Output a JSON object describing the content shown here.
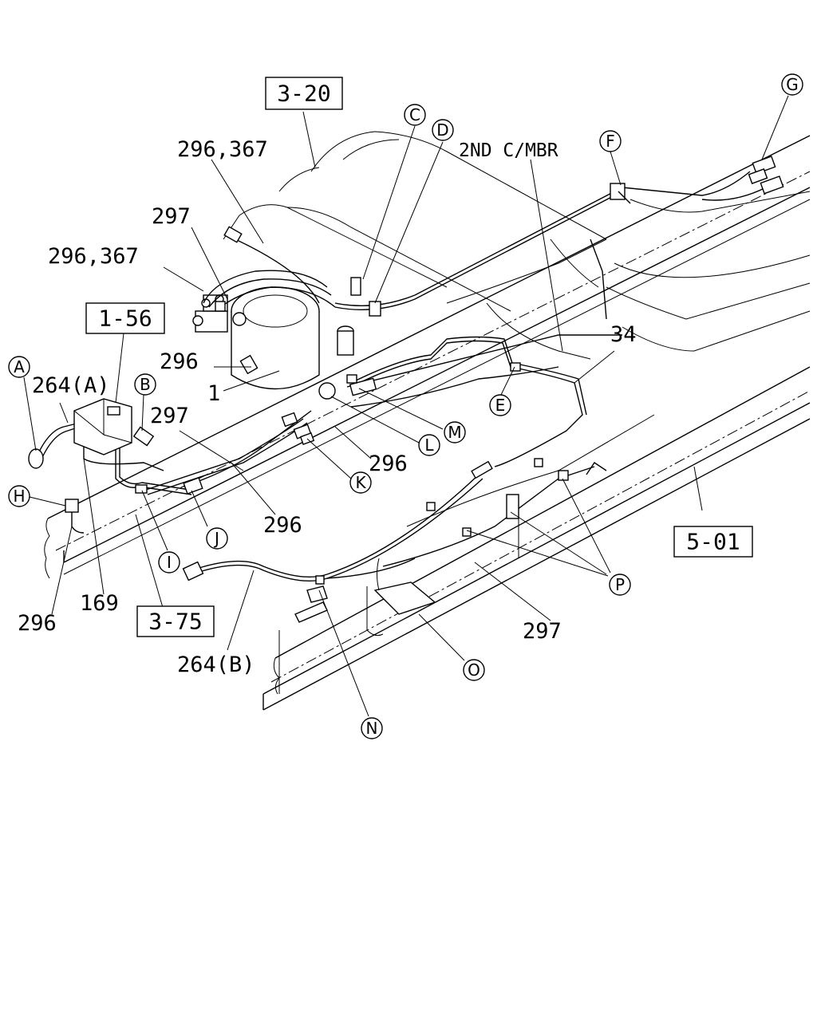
{
  "diagram": {
    "reference_boxes": [
      "3-20",
      "1-56",
      "3-75",
      "5-01"
    ],
    "part_numbers": {
      "p296_367_top": "296,367",
      "p297_top": "297",
      "p296_367_mid": "296,367",
      "p296_a": "296",
      "p1": "1",
      "p264a": "264(A)",
      "p297_mid": "297",
      "p34": "34",
      "p296_b": "296",
      "p296_c": "296",
      "p296_d": "296",
      "p169": "169",
      "p264b": "264(B)",
      "p297_bot": "297"
    },
    "member_label": "2ND C/MBR",
    "callouts": [
      "A",
      "B",
      "C",
      "D",
      "E",
      "F",
      "G",
      "H",
      "I",
      "J",
      "K",
      "L",
      "M",
      "N",
      "O",
      "P"
    ]
  }
}
